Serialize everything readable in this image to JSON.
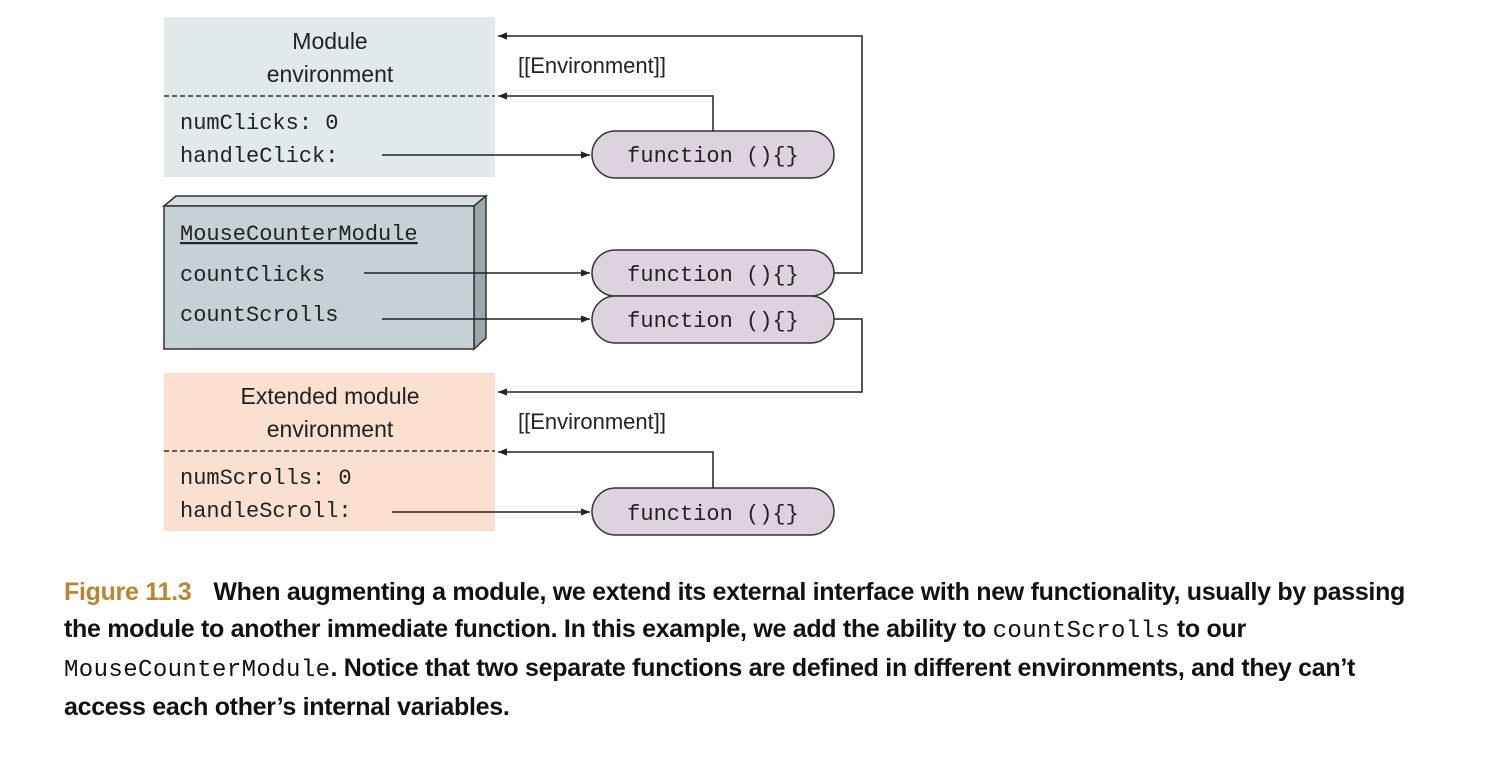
{
  "diagram": {
    "module_env": {
      "title_line1": "Module",
      "title_line2": "environment",
      "var1": "numClicks: 0",
      "var2": "handleClick:"
    },
    "module": {
      "name": "MouseCounterModule",
      "prop1": "countClicks",
      "prop2": "countScrolls"
    },
    "extended_env": {
      "title_line1": "Extended module",
      "title_line2": "environment",
      "var1": "numScrolls: 0",
      "var2": "handleScroll:"
    },
    "env_label_top": "[[Environment]]",
    "env_label_bottom": "[[Environment]]",
    "function_label": "function (){}",
    "colors": {
      "module_env_bg": "#e2e9eb",
      "extended_env_bg": "#fbe0d0",
      "module_box_bg": "#c6d1d5",
      "function_bg": "#ddd3de",
      "caption_label": "#b8862f"
    }
  },
  "caption": {
    "label": "Figure 11.3",
    "text_part1": "When augmenting a module, we extend its external interface with new functionality, usually by passing the module to another immediate function. In this example, we add the ability to ",
    "code1": "countScrolls",
    "text_part2": " to our ",
    "code2": "MouseCounterModule",
    "text_part3": ". Notice that two separate functions are defined in different environments, and they can’t access each other’s internal variables."
  }
}
